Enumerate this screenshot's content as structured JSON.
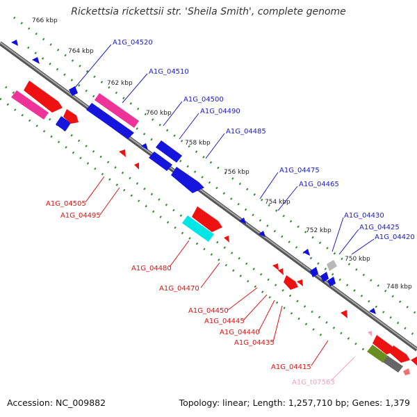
{
  "title": "Rickettsia rickettsii str. 'Sheila Smith', complete genome",
  "footer": {
    "accession": "Accession: NC_009882",
    "topology": "Topology: linear; Length: 1,257,710 bp; Genes: 1,379"
  },
  "colors": {
    "axis": "#8c8c8c",
    "tick": "#2e8b2e",
    "label_fwd": "#1a1acc",
    "label_rev": "#dd1111",
    "label_trna": "#f0a0c0",
    "cds": "#0000ee",
    "rrna_like": "#ee0077",
    "rev_cds": "#ee0000",
    "misc": "#00e0e0",
    "pseudo": "#888888",
    "other": "#556b2f"
  },
  "kbp_labels": [
    {
      "text": "766 kbp"
    },
    {
      "text": "764 kbp"
    },
    {
      "text": "762 kbp"
    },
    {
      "text": "760 kbp"
    },
    {
      "text": "758 kbp"
    },
    {
      "text": "756 kbp"
    },
    {
      "text": "754 kbp"
    },
    {
      "text": "752 kbp"
    },
    {
      "text": "750 kbp"
    },
    {
      "text": "748 kbp"
    }
  ],
  "genes_fwd": [
    {
      "label": "A1G_04520"
    },
    {
      "label": "A1G_04510"
    },
    {
      "label": "A1G_04500"
    },
    {
      "label": "A1G_04490"
    },
    {
      "label": "A1G_04485"
    },
    {
      "label": "A1G_04475"
    },
    {
      "label": "A1G_04465"
    },
    {
      "label": "A1G_04430"
    },
    {
      "label": "A1G_04425"
    },
    {
      "label": "A1G_04420"
    }
  ],
  "genes_rev": [
    {
      "label": "A1G_04505"
    },
    {
      "label": "A1G_04495"
    },
    {
      "label": "A1G_04480"
    },
    {
      "label": "A1G_04470"
    },
    {
      "label": "A1G_04450"
    },
    {
      "label": "A1G_04445"
    },
    {
      "label": "A1G_04440"
    },
    {
      "label": "A1G_04435"
    },
    {
      "label": "A1G_04415"
    },
    {
      "label": "A1G_t07563"
    }
  ]
}
